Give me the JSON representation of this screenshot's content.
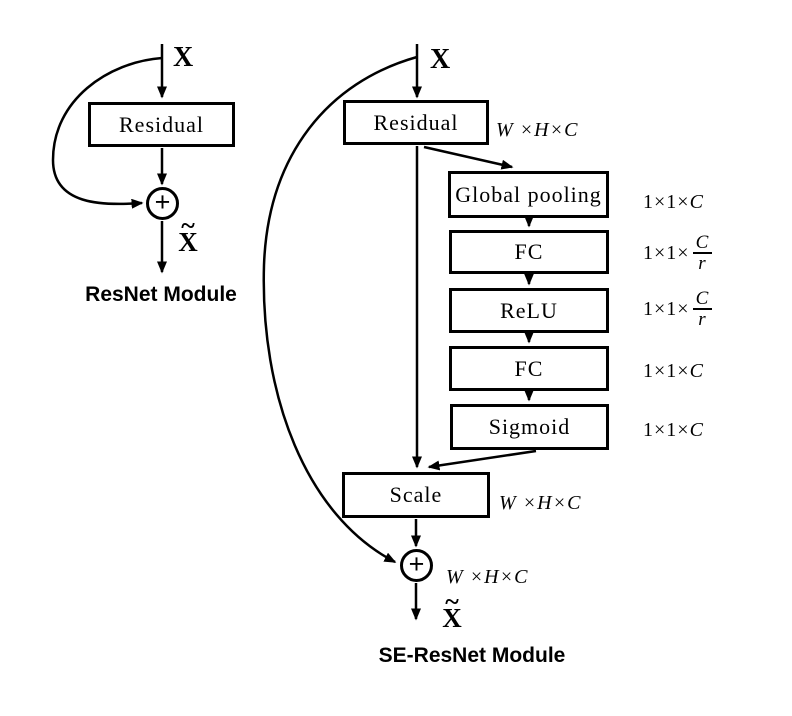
{
  "figure": {
    "left_module": {
      "input_label": "X",
      "residual_label": "Residual",
      "add_label": "+",
      "output_tilde": "~",
      "output_label": "X",
      "title": "ResNet Module"
    },
    "right_module": {
      "input_label": "X",
      "residual_label": "Residual",
      "residual_dim": "W ×H×C",
      "branch": [
        {
          "label": "Global pooling",
          "dim_pre": "1×1×",
          "dim_value": "C"
        },
        {
          "label": "FC",
          "dim_pre": "1×1×",
          "dim_num": "C",
          "dim_den": "r"
        },
        {
          "label": "ReLU",
          "dim_pre": "1×1×",
          "dim_num": "C",
          "dim_den": "r"
        },
        {
          "label": "FC",
          "dim_pre": "1×1×",
          "dim_value": "C"
        },
        {
          "label": "Sigmoid",
          "dim_pre": "1×1×",
          "dim_value": "C"
        }
      ],
      "scale_label": "Scale",
      "scale_dim": "W ×H×C",
      "add_label": "+",
      "add_dim": "W ×H×C",
      "output_tilde": "~",
      "output_label": "X",
      "title": "SE-ResNet Module"
    }
  }
}
